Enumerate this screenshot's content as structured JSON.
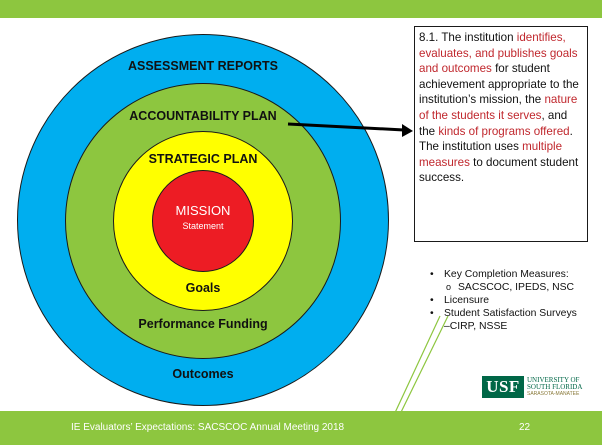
{
  "diagram": {
    "rings": {
      "outer": "ASSESSMENT REPORTS",
      "green": "ACCOUNTABILITY PLAN",
      "yellow": "STRATEGIC PLAN",
      "center_title": "MISSION",
      "center_sub": "Statement",
      "yellow_bottom": "Goals",
      "green_bottom": "Performance Funding",
      "outer_bottom": "Outcomes"
    },
    "colors": {
      "outer": "#00aeef",
      "green": "#8dc63f",
      "yellow": "#ffff00",
      "center": "#ed1c24",
      "highlight_text": "#c0272d",
      "bar": "#8dc63f"
    }
  },
  "standard_box": {
    "segments": [
      {
        "text": "8.1. The institution ",
        "red": false
      },
      {
        "text": "identifies, evaluates, and publishes goals and outcomes",
        "red": true
      },
      {
        "text": " for student achievement appropriate to the institution’s mission, the ",
        "red": false
      },
      {
        "text": "nature of the students it serves",
        "red": true
      },
      {
        "text": ", and the ",
        "red": false
      },
      {
        "text": "kinds of programs offered",
        "red": true
      },
      {
        "text": ". The institution uses ",
        "red": false
      },
      {
        "text": "multiple measures",
        "red": true
      },
      {
        "text": " to document student success.",
        "red": false
      }
    ]
  },
  "bullets": {
    "item1": "Key Completion Measures:",
    "item1_sub": "SACSCOC, IPEDS, NSC",
    "item2": "Licensure",
    "item3_line1": "Student Satisfaction Surveys",
    "item3_line2": "–CIRP, NSSE"
  },
  "logo": {
    "mark": "USF",
    "line1": "UNIVERSITY OF",
    "line2": "SOUTH FLORIDA",
    "line3": "SARASOTA-MANATEE"
  },
  "footer": {
    "text": "IE Evaluators’ Expectations: SACSCOC Annual Meeting 2018",
    "page": "22"
  }
}
